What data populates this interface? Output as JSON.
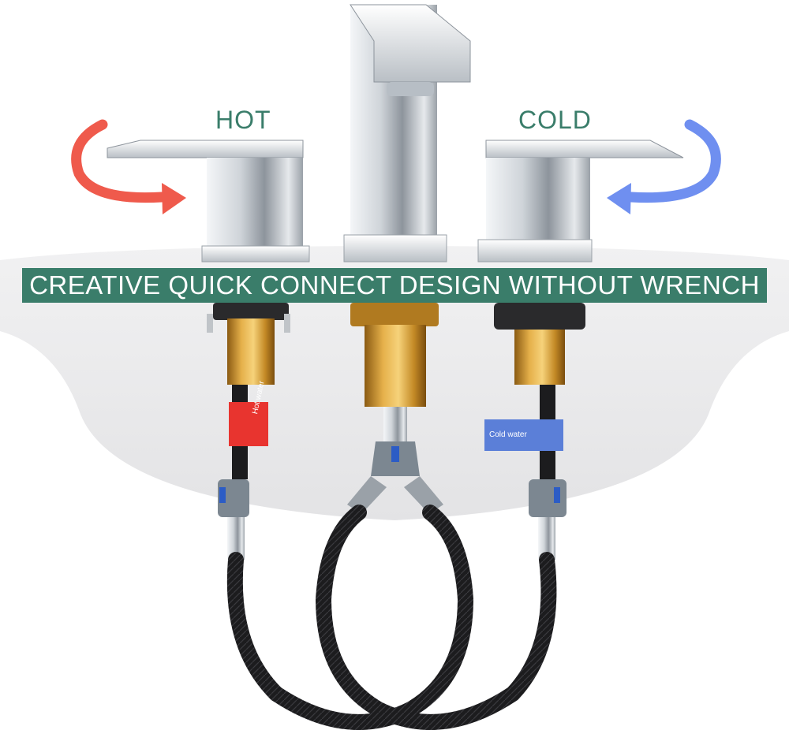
{
  "labels": {
    "hot": "HOT",
    "cold": "COLD"
  },
  "banner": {
    "text": "CREATIVE QUICK CONNECT DESIGN WITHOUT WRENCH"
  },
  "tags": {
    "hot_water": "Hot water",
    "cold_water": "Cold water"
  },
  "colors": {
    "banner_green": "#3a7d6a",
    "hot_label": "#3a7d6a",
    "cold_label": "#3a7d6a",
    "hot_arrow": "#ef5a4c",
    "cold_arrow": "#6f8ff0",
    "chrome": "#c9cdd2",
    "brass": "#c9932f",
    "hose": "#1c1c1e"
  },
  "icons": [
    "hot-arrow-icon",
    "cold-arrow-icon"
  ]
}
